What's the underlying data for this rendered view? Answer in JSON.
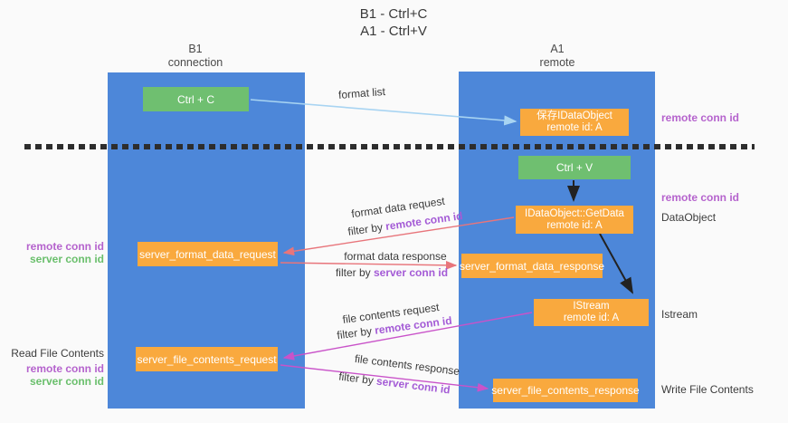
{
  "title": {
    "line1": "B1 - Ctrl+C",
    "line2": "A1 - Ctrl+V"
  },
  "lanes": {
    "left": {
      "title": "B1",
      "subtitle": "connection"
    },
    "right": {
      "title": "A1",
      "subtitle": "remote"
    }
  },
  "boxes": {
    "ctrl_c": "Ctrl + C",
    "ctrl_v": "Ctrl + V",
    "save_dataobject": {
      "line1": "保存IDataObject",
      "line2": "remote id: A"
    },
    "getdata": {
      "line1": "IDataObject::GetData",
      "line2": "remote id: A"
    },
    "istream": {
      "line1": "IStream",
      "line2": "remote id: A"
    },
    "format_request": "server_format_data_request",
    "format_response": "server_format_data_response",
    "file_request": "server_file_contents_request",
    "file_response": "server_file_contents_response"
  },
  "right_labels": {
    "remote_conn_id_1": "remote conn id",
    "remote_conn_id_2": "remote conn id",
    "dataobject": "DataObject",
    "istream": "Istream",
    "write_file_contents": "Write File Contents"
  },
  "left_labels": {
    "remote_conn_id_1": "remote conn id",
    "server_conn_id_1": "server conn id",
    "read_file_contents": "Read File Contents",
    "remote_conn_id_2": "remote conn id",
    "server_conn_id_2": "server conn id"
  },
  "flow_labels": {
    "format_list": "format list",
    "format_data_request": "format data request",
    "format_data_response": "format data response",
    "file_contents_request": "file contents request",
    "file_contents_response": "file contents response",
    "filter_by": "filter by ",
    "filter_remote": "remote conn id",
    "filter_server": "server conn id"
  },
  "colors": {
    "lane_blue": "#4d87d9",
    "box_green": "#6fbf70",
    "box_orange": "#f9a93e",
    "remote_conn_purple": "#b563cd",
    "server_conn_green": "#6abf6c",
    "filter_emphasis_purple": "#a45bd6",
    "arrow_salmon": "#e8757b",
    "arrow_magenta": "#c953c9",
    "arrow_lightblue": "#a8d4f2",
    "arrow_black": "#222222",
    "dashed_divider": "#2d2d2d"
  }
}
